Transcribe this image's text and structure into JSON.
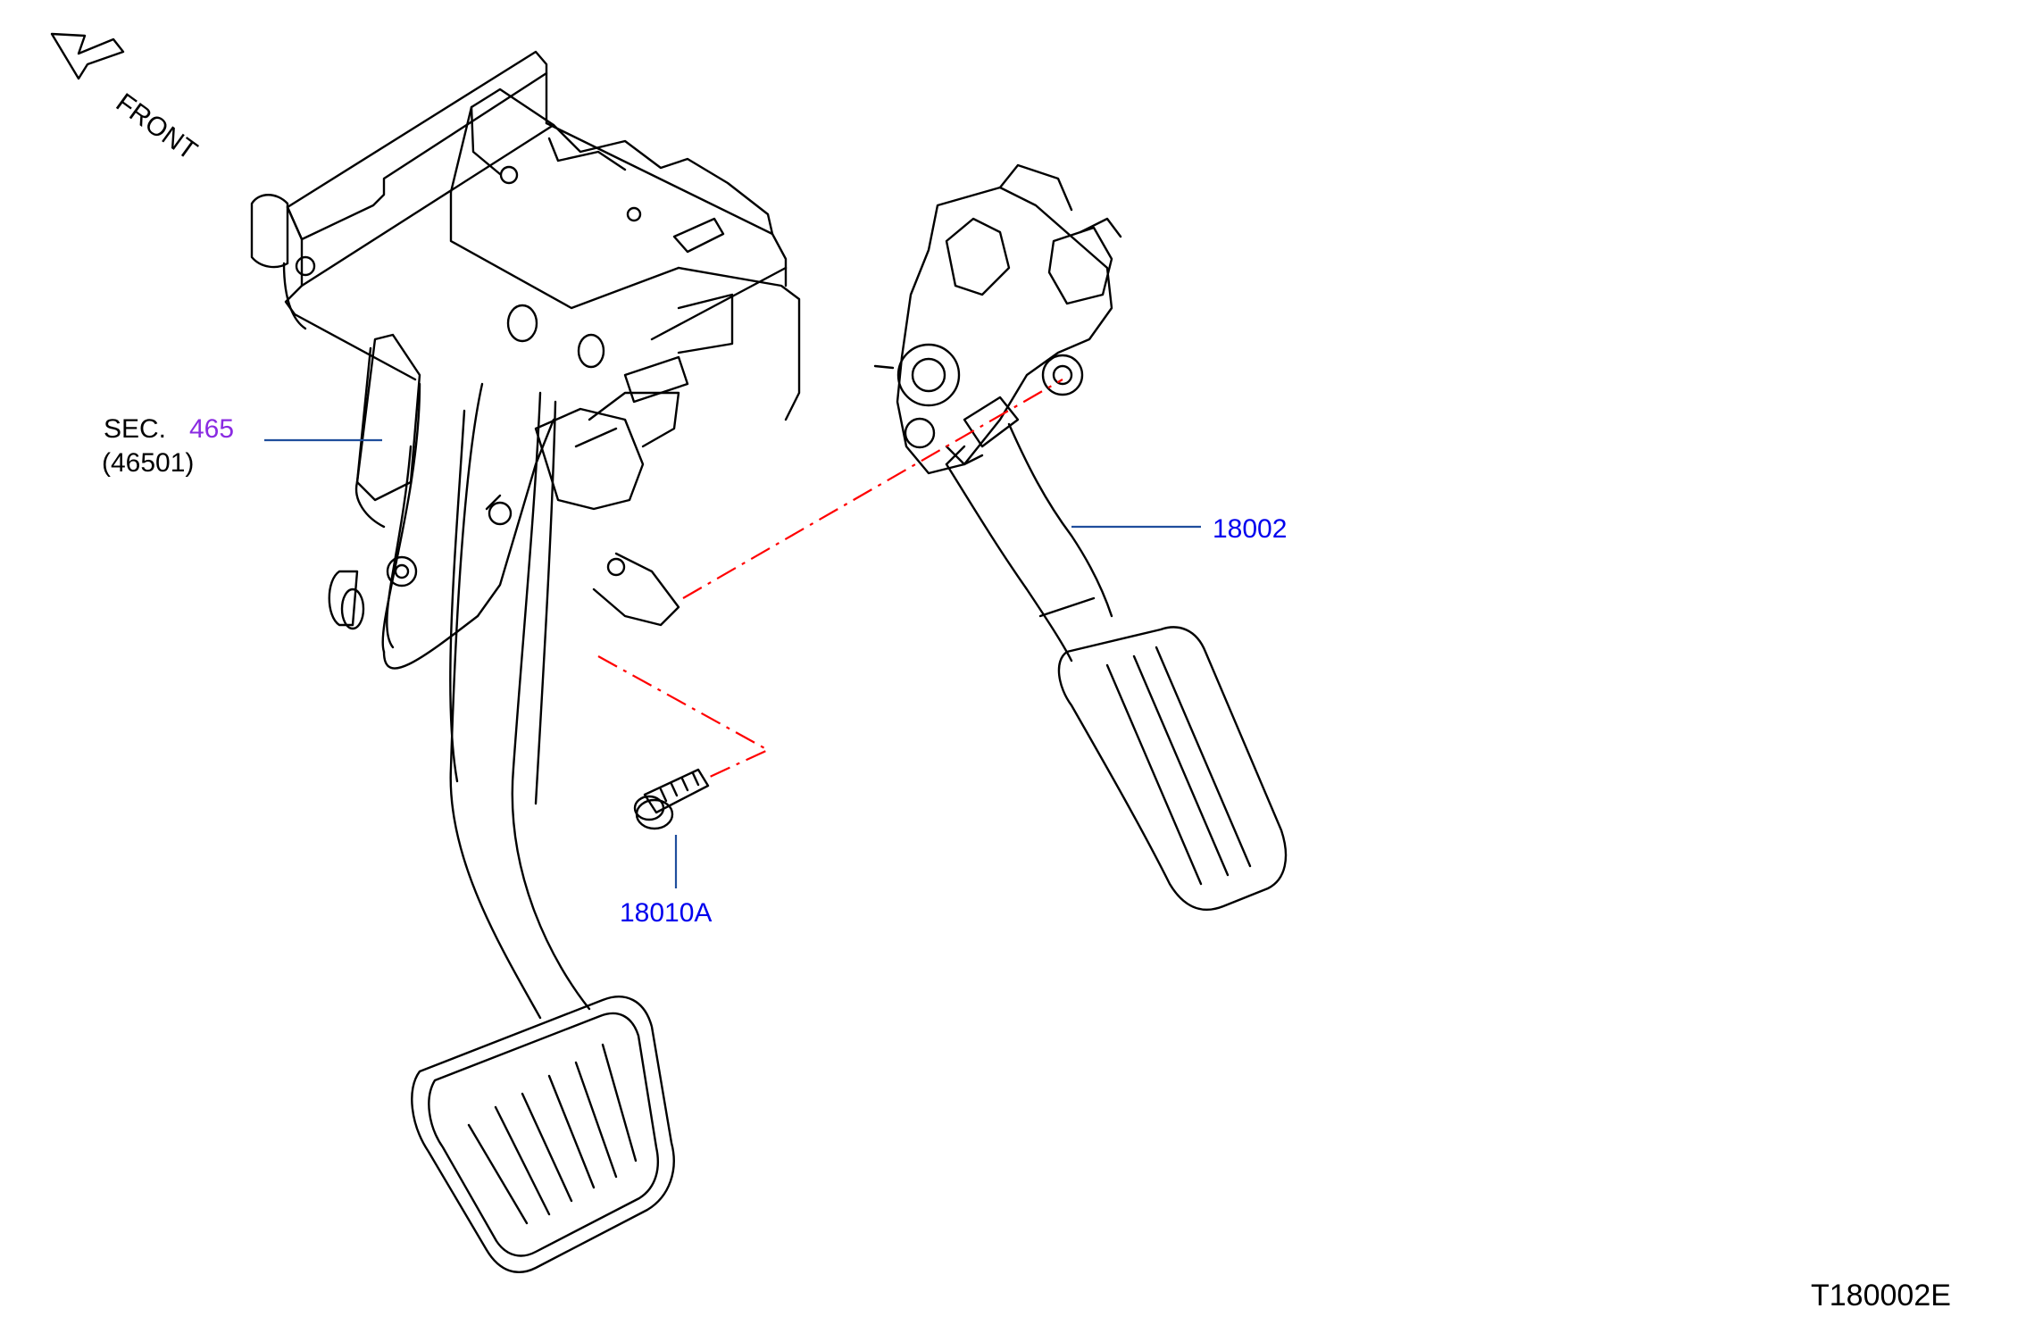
{
  "orientation": {
    "icon": "front-arrow-icon",
    "text": "FRONT"
  },
  "callouts": {
    "sec_prefix": "SEC.",
    "sec_number": "465",
    "sec_sub": "(46501)",
    "accel_pedal": "18002",
    "bolt": "18010A"
  },
  "figure_code": "T180002E",
  "colors": {
    "outline": "#000000",
    "leader": "#1f4e9c",
    "phantom_line": "#ff0000",
    "part_number": "#0000ee",
    "section_ref": "#8a2be2"
  }
}
